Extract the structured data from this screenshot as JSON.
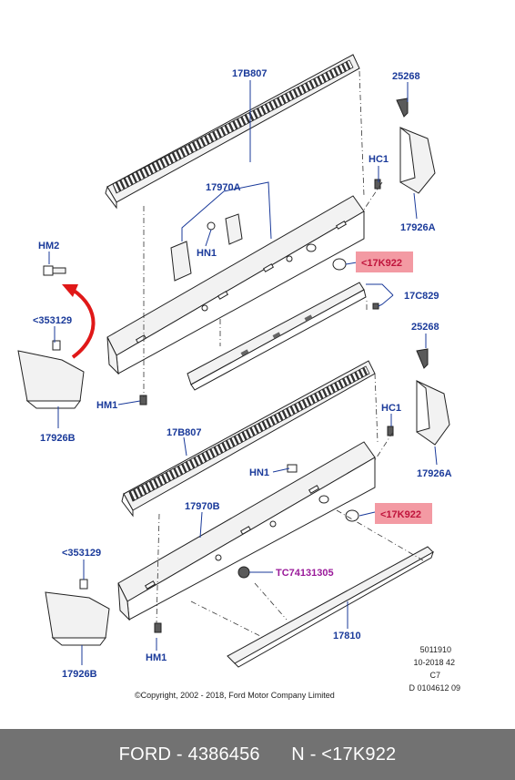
{
  "labels": {
    "scuff_upper": "17B807",
    "clip_upper_right": "25268",
    "clip_hc1_upper": "HC1",
    "endcap_upper_right": "17926A",
    "bracket_upper": "17970A",
    "nut_hn1_upper": "HN1",
    "plug_upper": "<17K922",
    "panel_upper": "17C829",
    "pin_hm2": "HM2",
    "clip_left_upper": "<353129",
    "bolt_hm1_upper": "HM1",
    "endcap_left_upper": "17926B",
    "clip_lower_right": "25268",
    "clip_hc1_lower": "HC1",
    "endcap_lower_right": "17926A",
    "scuff_lower": "17B807",
    "nut_hn1_lower": "HN1",
    "plug_lower": "<17K922",
    "bracket_lower": "17970B",
    "clip_left_lower": "<353129",
    "fastener_tc": "TC74131305",
    "endcap_left_lower": "17926B",
    "bolt_hm1_lower": "HM1",
    "moulding": "17810"
  },
  "meta": {
    "line1": "5011910",
    "line2": "10-2018 42",
    "line3": "C7",
    "line4": "D 0104612 09"
  },
  "copyright": "©Copyright, 2002 - 2018, Ford Motor Company Limited",
  "footer": "FORD - 4386456      N - <17K922",
  "colors": {
    "label_blue": "#1a3a9a",
    "highlight_fill": "#f39aa3",
    "highlight_text": "#c0143c",
    "tc_label": "#9a1a9a",
    "arrow_red": "#e01818",
    "footer_bg": "#727272"
  }
}
